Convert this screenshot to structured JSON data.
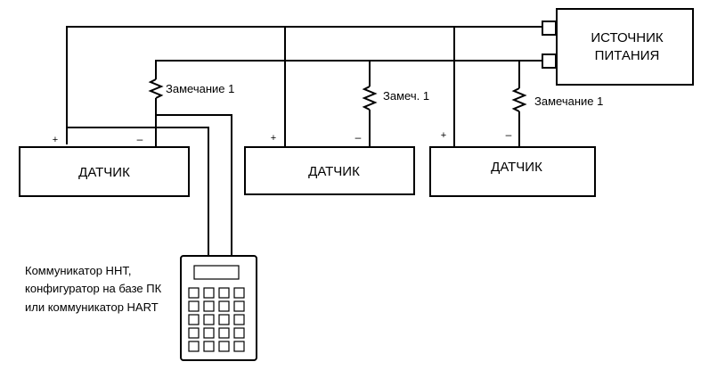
{
  "power_supply": {
    "line1": "ИСТОЧНИК",
    "line2": "ПИТАНИЯ"
  },
  "sensors": [
    {
      "label": "ДАТЧИК",
      "plus": "+",
      "minus": "–",
      "resistor_note": "Замечание 1"
    },
    {
      "label": "ДАТЧИК",
      "plus": "+",
      "minus": "–",
      "resistor_note": "Замеч. 1"
    },
    {
      "label": "ДАТЧИК",
      "plus": "+",
      "minus": "–",
      "resistor_note": "Замечание 1"
    }
  ],
  "communicator": {
    "line1": "Коммуникатор ННТ,",
    "line2": "конфигуратор на базе ПК",
    "line3": "или коммуникатор HART"
  }
}
